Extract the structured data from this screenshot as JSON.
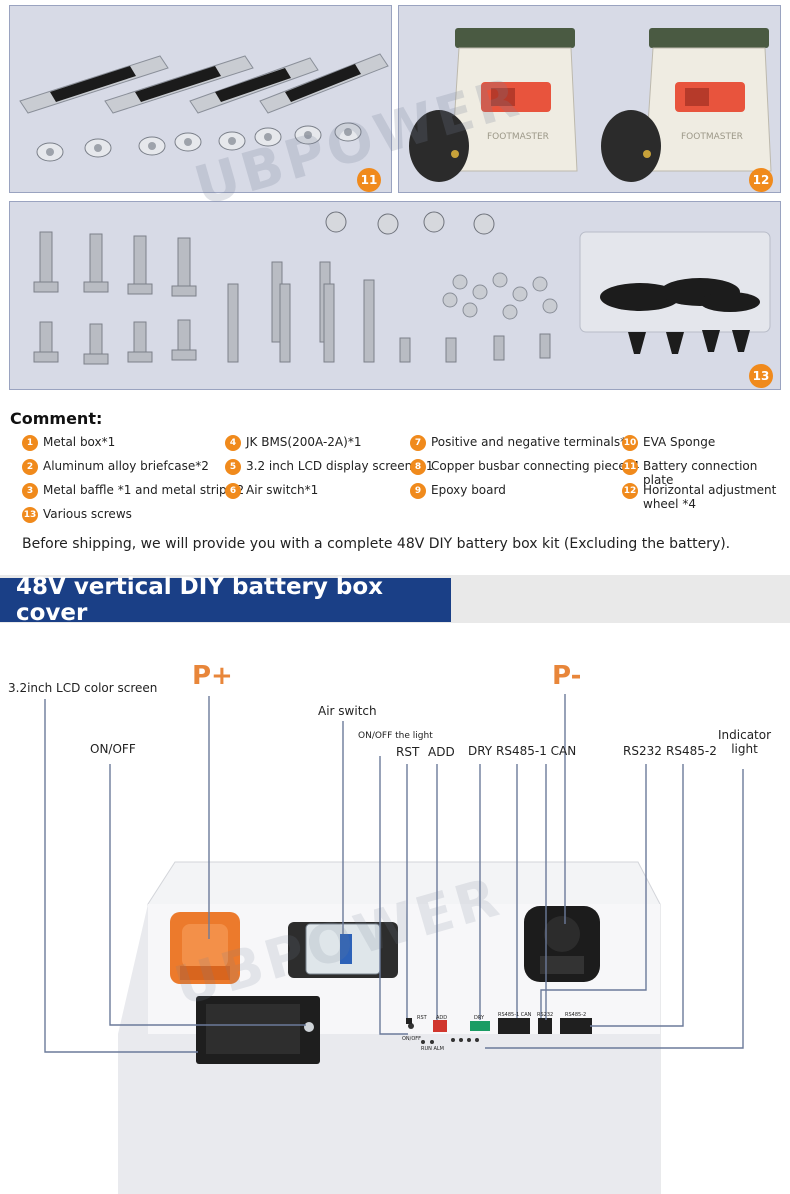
{
  "watermark": "UBPOWER",
  "panels": {
    "busbar": {
      "badge": "11"
    },
    "wheels": {
      "badge": "12",
      "wheel_text": "FOOTMASTER"
    },
    "screws": {
      "badge": "13"
    }
  },
  "comment": {
    "title": "Comment:",
    "items": [
      {
        "num": "1",
        "text": "Metal box*1"
      },
      {
        "num": "2",
        "text": "Aluminum alloy briefcase*2"
      },
      {
        "num": "3",
        "text": "Metal baffle *1 and metal strip *2"
      },
      {
        "num": "13",
        "text": "Various screws"
      },
      {
        "num": "4",
        "text": "JK BMS(200A-2A)*1"
      },
      {
        "num": "5",
        "text": "3.2 inch LCD display screen * 1"
      },
      {
        "num": "6",
        "text": "Air switch*1"
      },
      {
        "num": "7",
        "text": "Positive and negative terminals*2"
      },
      {
        "num": "8",
        "text": "Copper busbar connecting piece*4"
      },
      {
        "num": "9",
        "text": "Epoxy board"
      },
      {
        "num": "10",
        "text": "EVA Sponge"
      },
      {
        "num": "11",
        "text": "Battery connection plate"
      },
      {
        "num": "12",
        "text": "Horizontal adjustment wheel *4"
      }
    ],
    "note": "Before shipping, we will provide you with a complete 48V DIY battery box kit (Excluding the battery)."
  },
  "banner": {
    "title": "48V vertical DIY battery box cover"
  },
  "diagram": {
    "lcd": "3.2inch LCD color screen",
    "p_plus": "P+",
    "p_minus": "P-",
    "on_off": "ON/OFF",
    "air_switch": "Air switch",
    "on_off_light": "ON/OFF the light",
    "rst": "RST",
    "add": "ADD",
    "dry": "DRY",
    "rs485_can": "RS485-1 CAN",
    "rs232": "RS232",
    "rs485_2": "RS485-2",
    "indicator": "Indicator\nlight"
  },
  "panel_print": {
    "rst": "RST",
    "add": "ADD",
    "dry": "DRY",
    "rs485_can": "RS485-1  CAN",
    "rs232": "RS232",
    "rs485_2": "RS485-2",
    "on_off": "ON/OFF",
    "run_alm": "RUN  ALM"
  }
}
